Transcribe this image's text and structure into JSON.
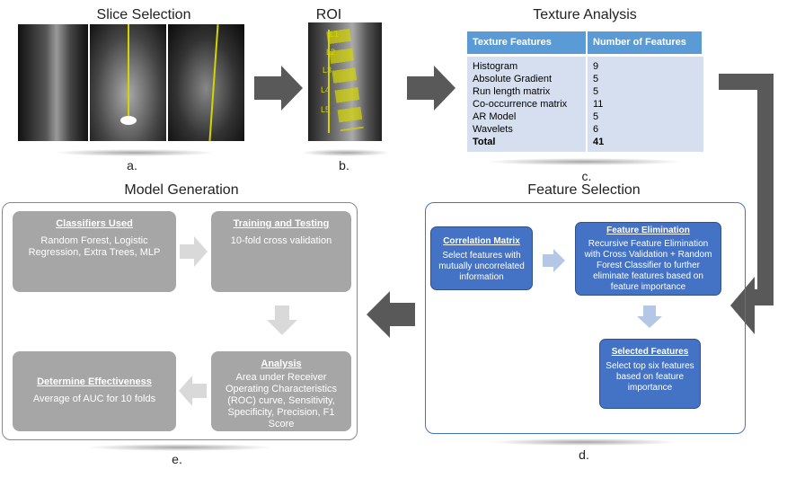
{
  "titles": {
    "slice": "Slice Selection",
    "roi": "ROI",
    "texture": "Texture Analysis",
    "model": "Model Generation",
    "feature": "Feature Selection"
  },
  "labels": {
    "a": "a.",
    "b": "b.",
    "c": "c.",
    "d": "d.",
    "e": "e."
  },
  "roi_levels": [
    "L1",
    "L2",
    "L3",
    "L4",
    "L5"
  ],
  "table": {
    "headers": [
      "Texture Features",
      "Number of Features"
    ],
    "rows": [
      [
        "Histogram",
        "9"
      ],
      [
        "Absolute Gradient",
        "5"
      ],
      [
        "Run length matrix",
        "5"
      ],
      [
        "Co-occurrence matrix",
        "11"
      ],
      [
        "AR Model",
        "5"
      ],
      [
        "Wavelets",
        "6"
      ]
    ],
    "total": [
      "Total",
      "41"
    ]
  },
  "model": {
    "classifiers": {
      "title": "Classifiers Used",
      "text": "Random Forest, Logistic Regression, Extra Trees, MLP"
    },
    "training": {
      "title": "Training and Testing",
      "text": "10-fold cross validation"
    },
    "analysis": {
      "title": "Analysis",
      "text": "Area under Receiver Operating Characteristics (ROC) curve, Sensitivity, Specificity, Precision, F1 Score"
    },
    "effectiveness": {
      "title": "Determine Effectiveness",
      "text": "Average of AUC for 10 folds"
    }
  },
  "feature": {
    "correlation": {
      "title": "Correlation Matrix",
      "text": "Select features with mutually uncorrelated information"
    },
    "elimination": {
      "title": "Feature Elimination",
      "text": "Recursive Feature Elimination with Cross Validation + Random Forest Classifier to further eliminate features based on feature importance"
    },
    "selected": {
      "title": "Selected Features",
      "text": "Select top six features based on feature importance"
    }
  },
  "colors": {
    "blue": "#4472c4",
    "gray_box": "#a6a6a6",
    "arrow_dark": "#595959",
    "table_header": "#5b9bd5",
    "roi_overlay": "#d4d400"
  }
}
